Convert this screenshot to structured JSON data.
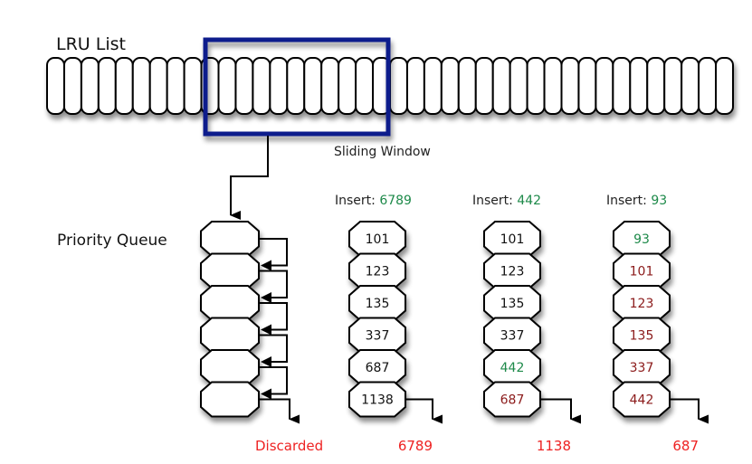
{
  "lru": {
    "title": "LRU List",
    "cell_count": 40
  },
  "sliding_window": {
    "label": "Sliding Window",
    "color": "#0a1a8c"
  },
  "priority_queue": {
    "title": "Priority Queue",
    "slot_count": 6,
    "discard_label": "Discarded"
  },
  "colors": {
    "inserted": "#1e8a4a",
    "shifted": "#8b1a1a",
    "unchanged": "#111111",
    "discarded": "#ee2222"
  },
  "steps": [
    {
      "insert_prefix": "Insert: ",
      "insert_value": "6789",
      "items": [
        {
          "value": "101",
          "state": "unchanged"
        },
        {
          "value": "123",
          "state": "unchanged"
        },
        {
          "value": "135",
          "state": "unchanged"
        },
        {
          "value": "337",
          "state": "unchanged"
        },
        {
          "value": "687",
          "state": "unchanged"
        },
        {
          "value": "1138",
          "state": "unchanged"
        }
      ],
      "discarded": "6789"
    },
    {
      "insert_prefix": "Insert: ",
      "insert_value": "442",
      "items": [
        {
          "value": "101",
          "state": "unchanged"
        },
        {
          "value": "123",
          "state": "unchanged"
        },
        {
          "value": "135",
          "state": "unchanged"
        },
        {
          "value": "337",
          "state": "unchanged"
        },
        {
          "value": "442",
          "state": "inserted"
        },
        {
          "value": "687",
          "state": "shifted"
        }
      ],
      "discarded": "1138"
    },
    {
      "insert_prefix": "Insert: ",
      "insert_value": "93",
      "items": [
        {
          "value": "93",
          "state": "inserted"
        },
        {
          "value": "101",
          "state": "shifted"
        },
        {
          "value": "123",
          "state": "shifted"
        },
        {
          "value": "135",
          "state": "shifted"
        },
        {
          "value": "337",
          "state": "shifted"
        },
        {
          "value": "442",
          "state": "shifted"
        }
      ],
      "discarded": "687"
    }
  ]
}
